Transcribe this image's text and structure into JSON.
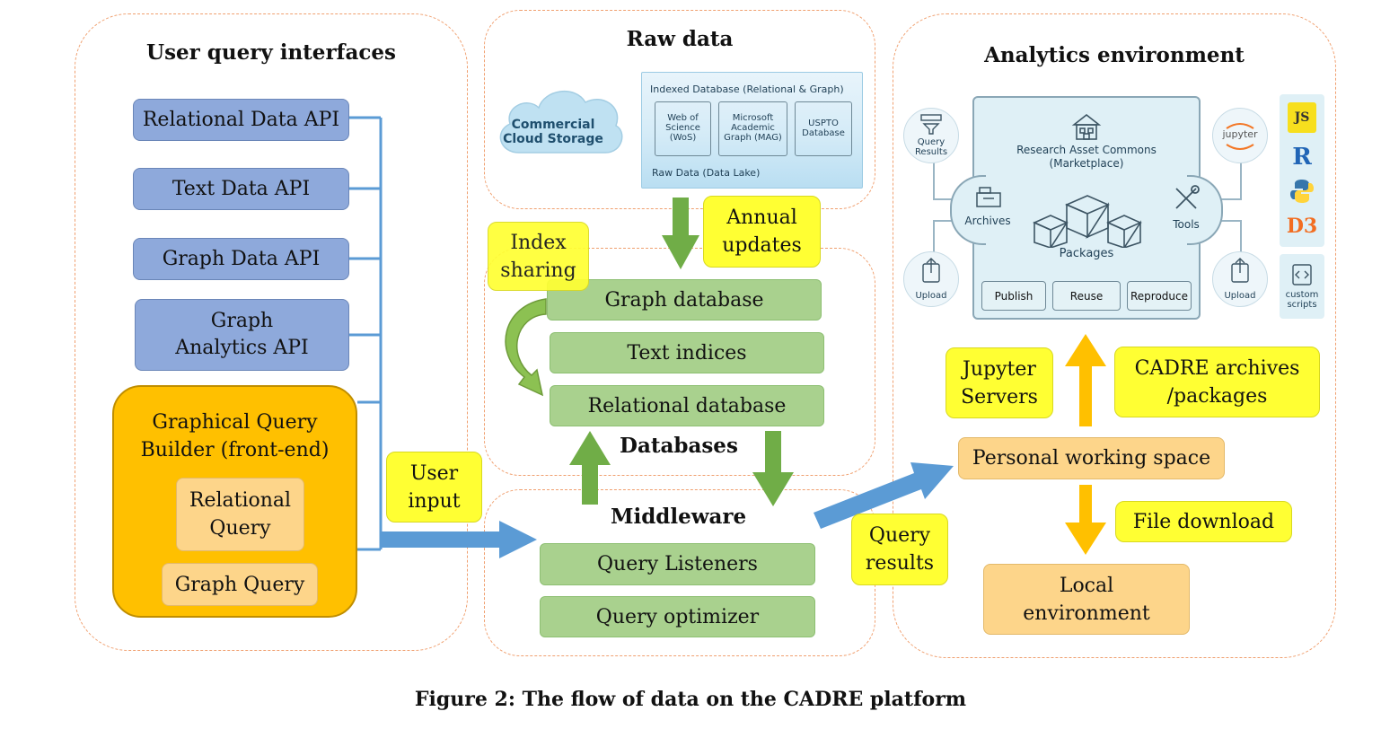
{
  "caption": "Figure 2: The flow of data on the CADRE platform",
  "panels": {
    "user_query": {
      "title": "User query interfaces",
      "apis": [
        "Relational Data API",
        "Text Data API",
        "Graph Data API",
        "Graph Analytics API"
      ],
      "builder": {
        "title": "Graphical Query Builder (front-end)",
        "relational": "Relational Query",
        "graph": "Graph Query"
      }
    },
    "raw_data": {
      "title": "Raw data",
      "cloud": "Commercial Cloud Storage",
      "indexed_db": "Indexed Database (Relational & Graph)",
      "sources": [
        "Web of Science (WoS)",
        "Microsoft Academic Graph (MAG)",
        "USPTO Database"
      ],
      "data_lake": "Raw Data (Data Lake)"
    },
    "databases": {
      "title": "Databases",
      "items": [
        "Graph database",
        "Text indices",
        "Relational database"
      ]
    },
    "middleware": {
      "title": "Middleware",
      "items": [
        "Query Listeners",
        "Query optimizer"
      ]
    },
    "analytics": {
      "title": "Analytics environment",
      "rac_title": "Research Asset Commons (Marketplace)",
      "archives": "Archives",
      "tools": "Tools",
      "packages": "Packages",
      "buttons": [
        "Publish",
        "Reuse",
        "Reproduce"
      ],
      "query_results_icon": "Query Results",
      "upload_left": "Upload",
      "upload_right": "Upload",
      "custom_scripts": "custom scripts",
      "jupyter": "jupyter",
      "languages": [
        "JavaScript",
        "R",
        "Python",
        "D3"
      ],
      "personal_space": "Personal working space",
      "local_env": "Local environment"
    }
  },
  "callouts": {
    "annual_updates": "Annual updates",
    "index_sharing": "Index sharing",
    "user_input": "User input",
    "query_results": "Query results",
    "jupyter_servers": "Jupyter Servers",
    "cadre_archives": "CADRE archives /packages",
    "file_download": "File download"
  },
  "colors": {
    "api": "#8ea9db",
    "green": "#a9d18e",
    "callout": "#ffff33",
    "builder": "#ffc000",
    "peach": "#fdd58a",
    "arrow_blue": "#5b9bd5",
    "arrow_green": "#70ad47",
    "arrow_gold": "#ffc000",
    "panel_border": "#f0a070"
  }
}
